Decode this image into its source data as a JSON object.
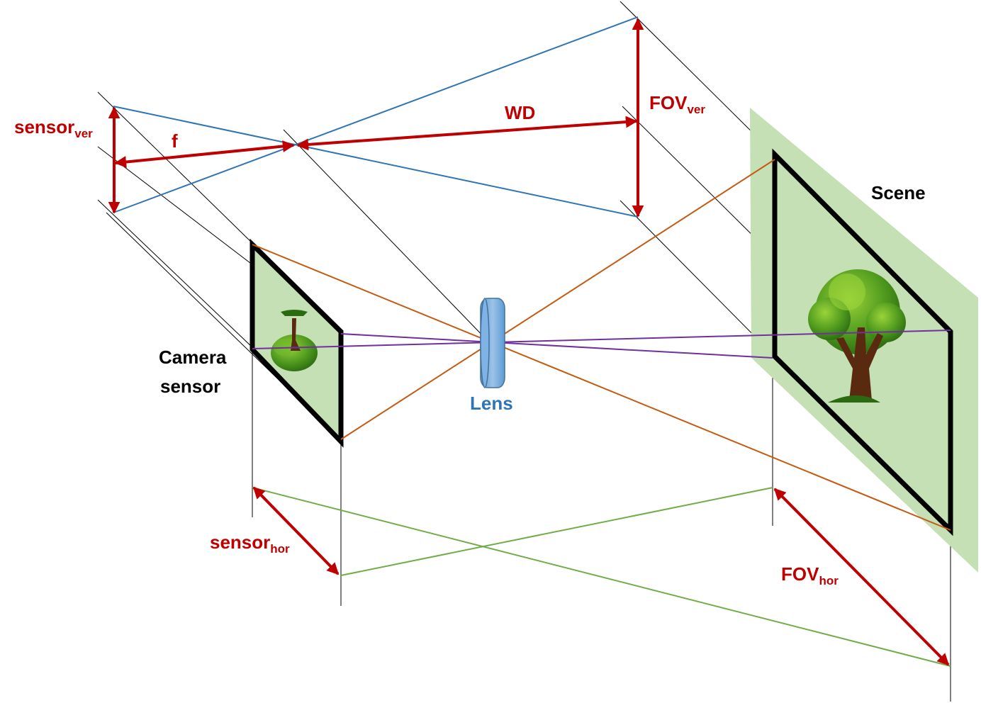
{
  "labels": {
    "sensor_ver_main": "sensor",
    "sensor_ver_sub": "ver",
    "f": "f",
    "wd": "WD",
    "fov_ver_main": "FOV",
    "fov_ver_sub": "ver",
    "scene": "Scene",
    "camera_line1": "Camera",
    "camera_line2": "sensor",
    "lens": "Lens",
    "sensor_hor_main": "sensor",
    "sensor_hor_sub": "hor",
    "fov_hor_main": "FOV",
    "fov_hor_sub": "hor"
  },
  "colors": {
    "dimension_arrows": "#c00000",
    "vertical_rays": "#2e75b6",
    "diagonal_rays": "#c55a11",
    "center_rays": "#7030a0",
    "horizontal_rays": "#70ad47",
    "frame_fill": "#c5e0b4",
    "lens": "#6fa8dc"
  },
  "icons": {
    "lens": "lens-icon",
    "small_tree": "tree-icon",
    "large_tree": "tree-icon"
  }
}
